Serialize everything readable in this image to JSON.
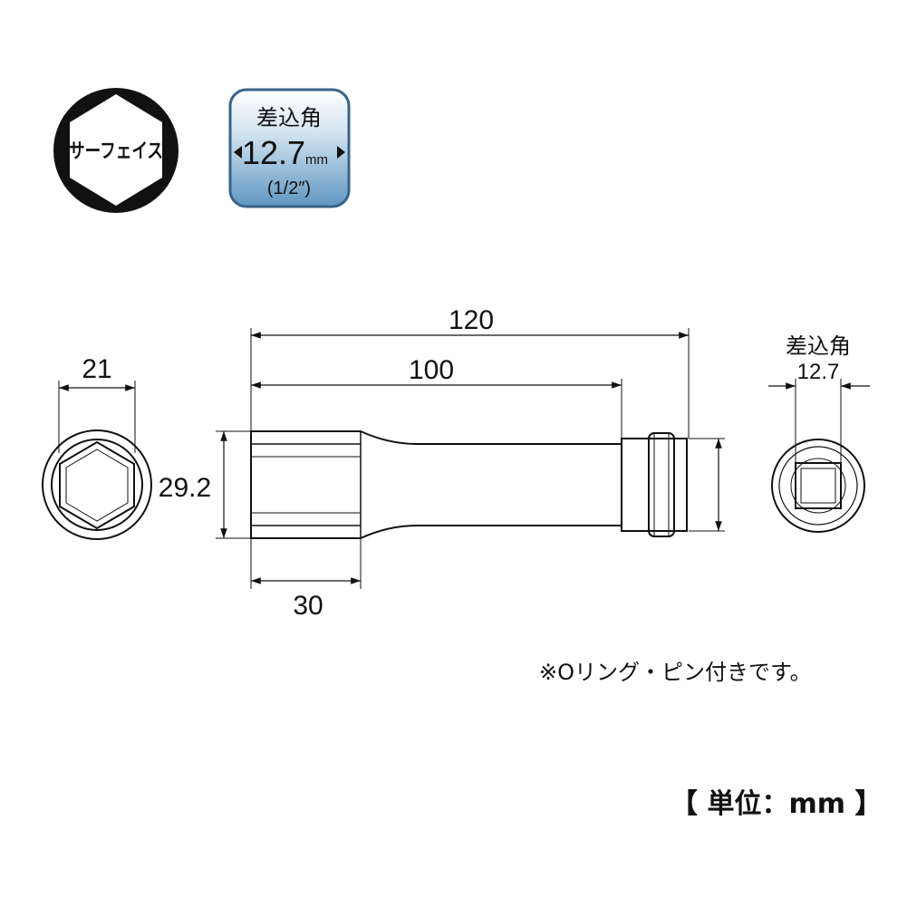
{
  "badges": {
    "type": {
      "label": "サーフェイス"
    },
    "drive": {
      "title": "差込角",
      "size_value": "12.7",
      "size_unit": "mm",
      "inch": "(1/2″)",
      "fill_top": "#ffffff",
      "fill_bottom": "#5f96c1",
      "border": "#37638a"
    }
  },
  "dimensions": {
    "overall_length": "120",
    "body_length": "100",
    "hex_depth": "30",
    "outer_diameter": "29.2",
    "hex_size": "21",
    "drive_label": "差込角",
    "drive_size": "12.7"
  },
  "note": "※Oリング・ピン付きです。",
  "unit_label": "【 単位：mm 】"
}
